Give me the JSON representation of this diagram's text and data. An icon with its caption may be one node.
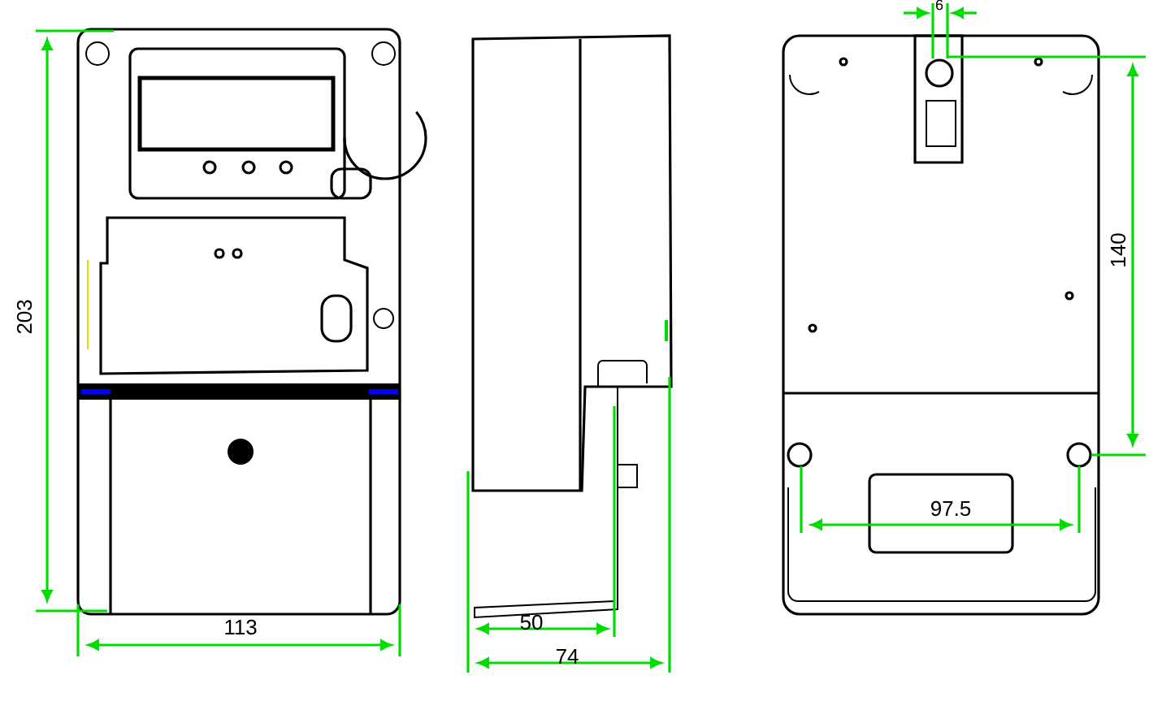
{
  "diagram": {
    "labels": [
      "203",
      "113",
      "50",
      "74",
      "6",
      "140",
      "97.5"
    ]
  }
}
